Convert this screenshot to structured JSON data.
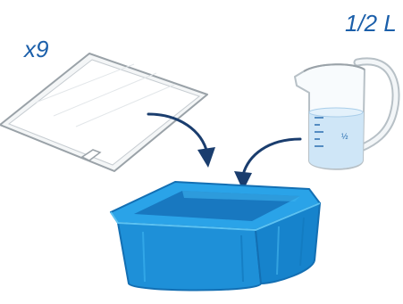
{
  "labels": {
    "quantity": "x9",
    "volume": "1/2 L",
    "jug_mark": "½"
  },
  "colors": {
    "label_blue": "#1b5faa",
    "arrow_navy": "#1a3d6e",
    "container_blue": "#1e90d8",
    "container_dark": "#136fb3",
    "water_light": "#cfe6f7",
    "outline_gray": "#9aa2a8"
  },
  "icons": [
    "wipe-sheet-icon",
    "measuring-jug-icon",
    "storage-container-icon",
    "curved-arrow-icon"
  ]
}
